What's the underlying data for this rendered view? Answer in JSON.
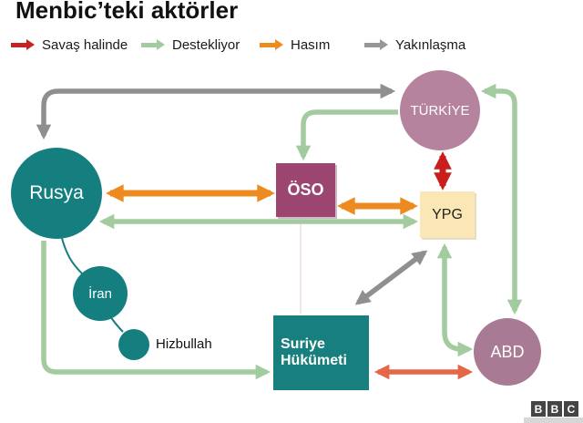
{
  "title": "Menbic’teki aktörler",
  "legend": [
    {
      "label": "Savaş halinde",
      "type": "at-war",
      "color": "#c42323"
    },
    {
      "label": "Destekliyor",
      "type": "supports",
      "color": "#a3cba0"
    },
    {
      "label": "Hasım",
      "type": "adversary",
      "color": "#ee8b20"
    },
    {
      "label": "Yakınlaşma",
      "type": "rapprochement",
      "color": "#979797"
    }
  ],
  "nodes": {
    "rusya": {
      "label": "Rusya",
      "shape": "circle",
      "color": "#157f80",
      "text_color": "#ffffff"
    },
    "iran": {
      "label": "İran",
      "shape": "circle",
      "color": "#157f80",
      "text_color": "#ffffff"
    },
    "hizbullah": {
      "label": "Hizbullah",
      "shape": "circle",
      "color": "#157f80",
      "text_color": "#111111"
    },
    "turkiye": {
      "label": "TÜRKİYE",
      "shape": "circle",
      "color": "#b5839d",
      "text_color": "#ffffff"
    },
    "abd": {
      "label": "ABD",
      "shape": "circle",
      "color": "#a97a93",
      "text_color": "#ffffff"
    },
    "oso": {
      "label": "ÖSO",
      "shape": "square",
      "color": "#9c4570",
      "text_color": "#ffffff"
    },
    "ypg": {
      "label": "YPG",
      "shape": "square",
      "color": "#fbe7b5",
      "text_color": "#222222"
    },
    "suriye": {
      "label": "Suriye Hükümeti",
      "shape": "square",
      "color": "#17807e",
      "text_color": "#ffffff"
    }
  },
  "relations": [
    {
      "from": "rusya",
      "to": "turkiye",
      "type": "rapprochement",
      "directed": "both",
      "color": "#979797"
    },
    {
      "from": "turkiye",
      "to": "oso",
      "type": "supports",
      "directed": "single",
      "color": "#a3cba0"
    },
    {
      "from": "turkiye",
      "to": "ypg",
      "type": "at-war",
      "directed": "both",
      "color": "#c81e1e"
    },
    {
      "from": "turkiye",
      "to": "abd",
      "type": "supports",
      "directed": "both",
      "color": "#a3cba0"
    },
    {
      "from": "rusya",
      "to": "oso",
      "type": "adversary",
      "directed": "both",
      "color": "#ee8b20"
    },
    {
      "from": "oso",
      "to": "ypg",
      "type": "adversary",
      "directed": "both",
      "color": "#ee8b20"
    },
    {
      "from": "rusya",
      "to": "ypg",
      "type": "supports",
      "directed": "both",
      "color": "#a3cba0"
    },
    {
      "from": "rusya",
      "to": "suriye",
      "type": "supports",
      "directed": "single",
      "color": "#a3cba0"
    },
    {
      "from": "rusya",
      "to": "iran",
      "type": "link",
      "directed": "none",
      "color": "#157f80"
    },
    {
      "from": "iran",
      "to": "hizbullah",
      "type": "link",
      "directed": "none",
      "color": "#157f80"
    },
    {
      "from": "suriye",
      "to": "ypg",
      "type": "rapprochement",
      "directed": "both",
      "color": "#8f8f8f"
    },
    {
      "from": "ypg",
      "to": "abd",
      "type": "supports",
      "directed": "both",
      "color": "#a3cba0"
    },
    {
      "from": "suriye",
      "to": "abd",
      "type": "adversary",
      "directed": "both",
      "color": "#e7664a"
    }
  ],
  "footer": {
    "logo": [
      "B",
      "B",
      "C"
    ]
  }
}
